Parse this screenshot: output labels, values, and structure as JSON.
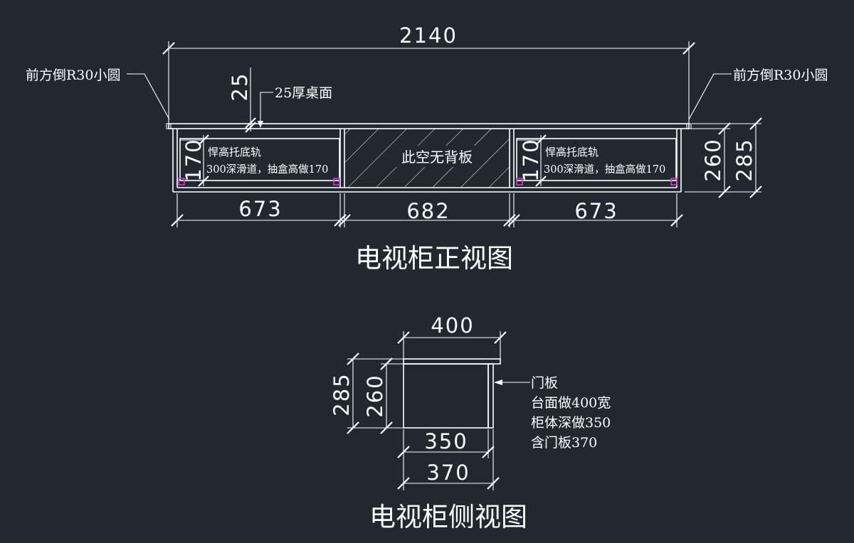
{
  "front_view": {
    "title": "电视柜正视图",
    "total_width": "2140",
    "top_thickness_dim": "25",
    "top_note": "25厚桌面",
    "corner_note_left": "前方倒R30小圆",
    "corner_note_right": "前方倒R30小圆",
    "height_inner": "260",
    "height_total": "285",
    "bays": [
      {
        "width": "673",
        "line1": "悍高托底轨",
        "line2": "300深滑道，抽盒高做170",
        "drawer_dim": "170"
      },
      {
        "width": "682",
        "label": "此空无背板"
      },
      {
        "width": "673",
        "line1": "悍高托底轨",
        "line2": "300深滑道，抽盒高做170",
        "drawer_dim": "170"
      }
    ]
  },
  "side_view": {
    "title": "电视柜侧视图",
    "top_depth": "400",
    "body_depth": "350",
    "depth_with_door": "370",
    "height_total": "285",
    "height_inner": "260",
    "notes": [
      "门板",
      "台面做400宽",
      "柜体深做350",
      "含门板370"
    ]
  }
}
